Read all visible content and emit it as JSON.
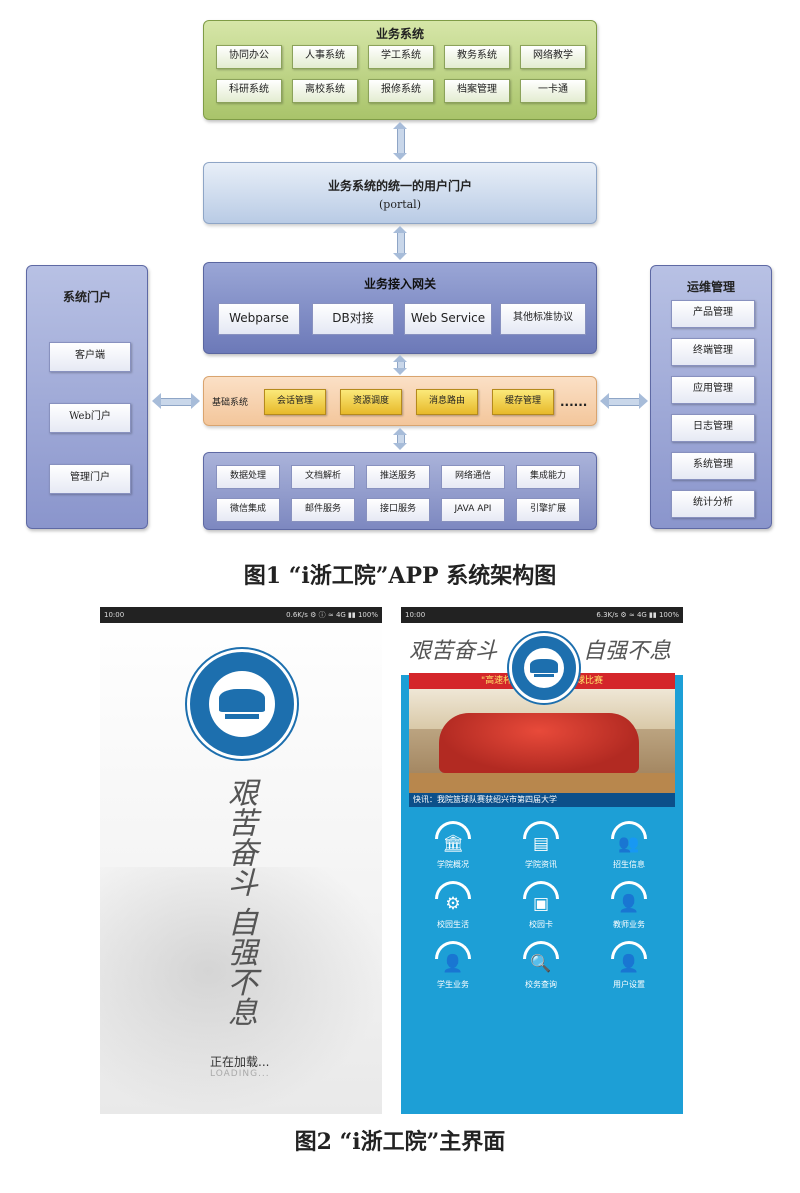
{
  "figure1": {
    "business": {
      "title": "业务系统",
      "items": [
        "协同办公",
        "人事系统",
        "学工系统",
        "教务系统",
        "网络教学",
        "科研系统",
        "离校系统",
        "报修系统",
        "档案管理",
        "一卡通"
      ]
    },
    "portal": {
      "line1": "业务系统的统一的用户门户",
      "line2": "(portal)"
    },
    "gateway": {
      "title": "业务接入网关",
      "items": [
        "Webparse",
        "DB对接",
        "Web Service",
        "其他标准协议"
      ]
    },
    "base": {
      "label": "基础系统",
      "items": [
        "会话管理",
        "资源调度",
        "消息路由",
        "缓存管理"
      ],
      "more": "......"
    },
    "services": {
      "items": [
        "数据处理",
        "文档解析",
        "推送服务",
        "网络通信",
        "集成能力",
        "微信集成",
        "邮件服务",
        "接口服务",
        "JAVA API",
        "引擎扩展"
      ]
    },
    "left_panel": {
      "title": "系统门户",
      "items": [
        "客户端",
        "Web门户",
        "管理门户"
      ]
    },
    "right_panel": {
      "title": "运维管理",
      "items": [
        "产品管理",
        "终端管理",
        "应用管理",
        "日志管理",
        "系统管理",
        "统计分析"
      ]
    },
    "caption": "图1  “i浙工院”APP 系统架构图"
  },
  "figure2": {
    "splash": {
      "status_time": "10:00",
      "status_right": "0.6K/s ⚙ ⓘ ≈ 4G ▮▮ 100%",
      "calligraphy": "艰苦奋斗 自强不息",
      "loading_cn": "正在加载...",
      "loading_en": "LOADING..."
    },
    "home": {
      "status_time": "10:00",
      "status_right": "6.3K/s ⚙ ≈ 4G ▮▮ 100%",
      "calligraphy_left": "艰苦奋斗",
      "calligraphy_right": "自强不息",
      "banner_title": "\"高速杯\" 绍兴 运动会篮球比赛",
      "news": "快讯：我院篮球队赛获绍兴市第四届大学",
      "icons": [
        {
          "label": "学院概况",
          "icon": "building-icon",
          "glyph": "🏛"
        },
        {
          "label": "学院资讯",
          "icon": "news-icon",
          "glyph": "▤"
        },
        {
          "label": "招生信息",
          "icon": "people-icon",
          "glyph": "👥"
        },
        {
          "label": "校园生活",
          "icon": "life-icon",
          "glyph": "⚙"
        },
        {
          "label": "校园卡",
          "icon": "card-icon",
          "glyph": "▣"
        },
        {
          "label": "教师业务",
          "icon": "teacher-icon",
          "glyph": "👤"
        },
        {
          "label": "学生业务",
          "icon": "student-icon",
          "glyph": "👤"
        },
        {
          "label": "校务查询",
          "icon": "search-icon",
          "glyph": "🔍"
        },
        {
          "label": "用户设置",
          "icon": "user-settings-icon",
          "glyph": "👤"
        }
      ]
    },
    "caption": "图2  “i浙工院”主界面"
  }
}
